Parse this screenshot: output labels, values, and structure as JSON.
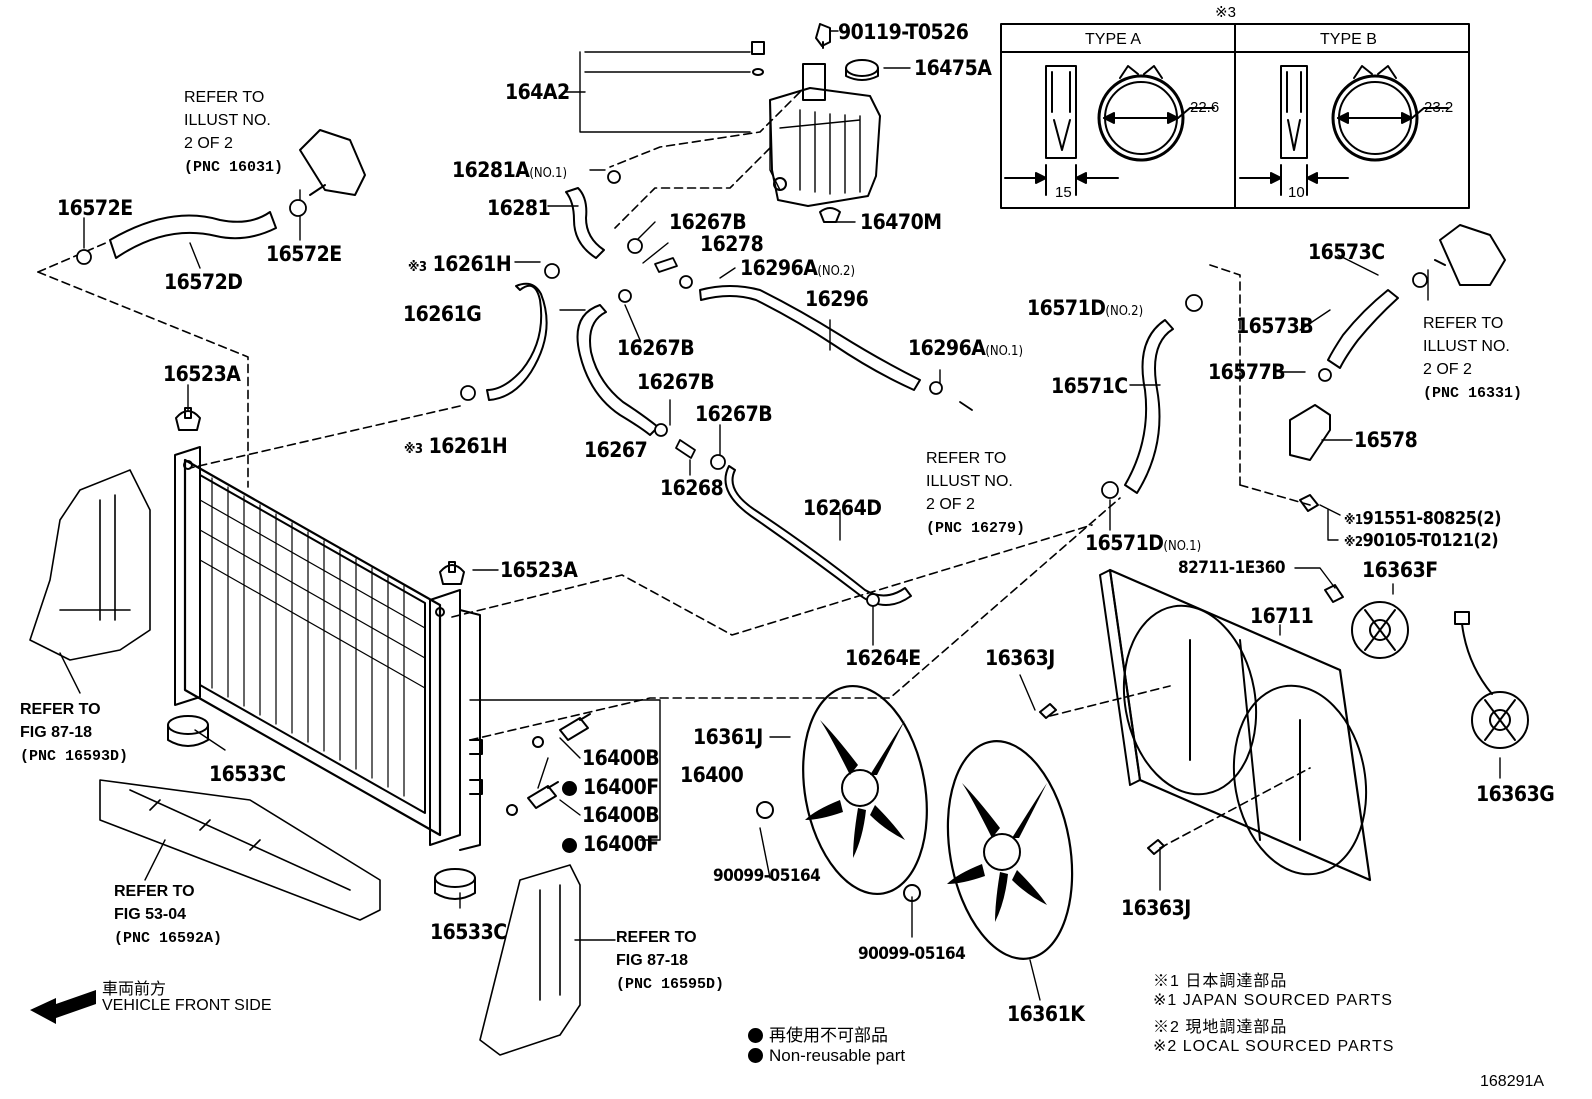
{
  "diagram_id": "168291A",
  "type_table": {
    "header_mark": "※3",
    "type_a": {
      "title": "TYPE A",
      "dim_diameter": "22.6",
      "dim_width": "15"
    },
    "type_b": {
      "title": "TYPE B",
      "dim_diameter": "23.2",
      "dim_width": "10"
    }
  },
  "parts": {
    "p90119": "90119-T0526",
    "p16475A": "16475A",
    "p164A2": "164A2",
    "p16281A": "16281A",
    "p16281A_note": "(NO.1)",
    "p16281": "16281",
    "p16267B_a": "16267B",
    "p16278": "16278",
    "p16470M": "16470M",
    "p16572E_a": "16572E",
    "p16572E_b": "16572E",
    "p16572D": "16572D",
    "p16261H_a": "16261H",
    "p16296A_2": "16296A",
    "p16296A_2_note": "(NO.2)",
    "p16296": "16296",
    "p16261G": "16261G",
    "p16267B_b": "16267B",
    "p16296A_1": "16296A",
    "p16296A_1_note": "(NO.1)",
    "p16523A_a": "16523A",
    "p16267B_c": "16267B",
    "p16267B_d": "16267B",
    "p16261H_b": "16261H",
    "p16267": "16267",
    "p16268": "16268",
    "p16264D": "16264D",
    "p16523A_b": "16523A",
    "p16264E": "16264E",
    "p16573C": "16573C",
    "p16571D_2": "16571D",
    "p16571D_2_note": "(NO.2)",
    "p16573B": "16573B",
    "p16577B": "16577B",
    "p16571C": "16571C",
    "p16578": "16578",
    "p91551": "91551-80825(2)",
    "p90105": "90105-T0121(2)",
    "p16571D_1": "16571D",
    "p16571D_1_note": "(NO.1)",
    "p82711": "82711-1E360",
    "p16363F": "16363F",
    "p16711": "16711",
    "p16363J_a": "16363J",
    "p16361J": "16361J",
    "p16400B_a": "16400B",
    "p16400F_a": "16400F",
    "p16400": "16400",
    "p16400B_b": "16400B",
    "p16400F_b": "16400F",
    "p16533C_a": "16533C",
    "p16533C_b": "16533C",
    "p90099_a": "90099-05164",
    "p90099_b": "90099-05164",
    "p16363J_b": "16363J",
    "p16363G": "16363G",
    "p16361K": "16361K"
  },
  "marks": {
    "m1": "※1",
    "m2": "※2",
    "m3": "※3"
  },
  "refs": {
    "r1": {
      "l1": "REFER TO",
      "l2": "ILLUST NO.",
      "l3": "2 OF 2",
      "l4": "(PNC 16031)"
    },
    "r2": {
      "l1": "REFER TO",
      "l2": "ILLUST NO.",
      "l3": "2 OF 2",
      "l4": "(PNC 16279)"
    },
    "r3": {
      "l1": "REFER TO",
      "l2": "ILLUST NO.",
      "l3": "2 OF 2",
      "l4": "(PNC 16331)"
    },
    "r4": {
      "l1": "REFER TO",
      "l2": "FIG 87-18",
      "l4": "(PNC 16593D)"
    },
    "r5": {
      "l1": "REFER TO",
      "l2": "FIG 53-04",
      "l4": "(PNC 16592A)"
    },
    "r6": {
      "l1": "REFER TO",
      "l2": "FIG 87-18",
      "l4": "(PNC 16595D)"
    }
  },
  "legend": {
    "front_jp": "車両前方",
    "front_en": "VEHICLE FRONT SIDE",
    "nonreuse_jp": "再使用不可部品",
    "nonreuse_en": "Non-reusable part",
    "n1_jp": "※1 日本調達部品",
    "n1_en": "※1 JAPAN SOURCED PARTS",
    "n2_jp": "※2 現地調達部品",
    "n2_en": "※2 LOCAL SOURCED PARTS"
  }
}
